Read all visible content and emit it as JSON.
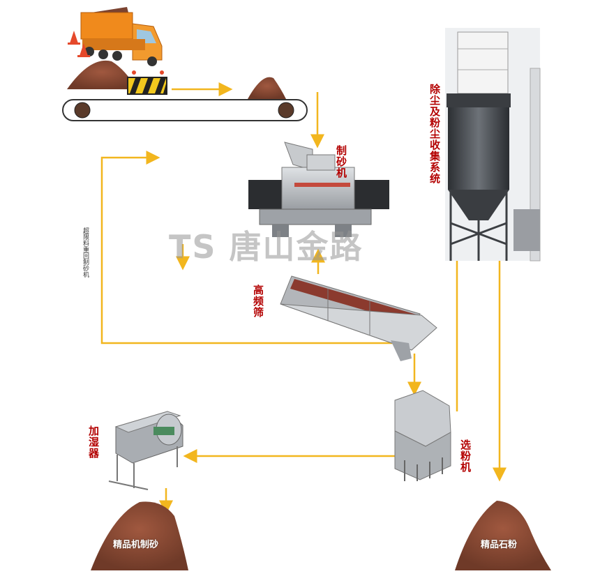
{
  "labels": {
    "sand_maker": "制砂机",
    "dust_system": "除尘及粉尘收集系统",
    "oversize_return": "超限料重回制砂机",
    "screen": "高频筛",
    "classifier": "选粉机",
    "humidifier": "加湿器",
    "sand_product": "精品机制砂",
    "powder_product": "精品石粉"
  },
  "watermark": "TS 唐山金路",
  "colors": {
    "flow_arrow": "#f2b61e",
    "label_red": "#b30000",
    "pile_brown": "#8a4a35",
    "machine_grey": "#b9bcc0",
    "truck_orange": "#f08a1c"
  },
  "icons": [
    "dump-truck-icon",
    "traffic-cone-icon",
    "barrier-icon",
    "belt-conveyor-icon",
    "sand-maker-icon",
    "vibrating-screen-icon",
    "classifier-icon",
    "humidifier-icon",
    "dust-tower-icon"
  ]
}
